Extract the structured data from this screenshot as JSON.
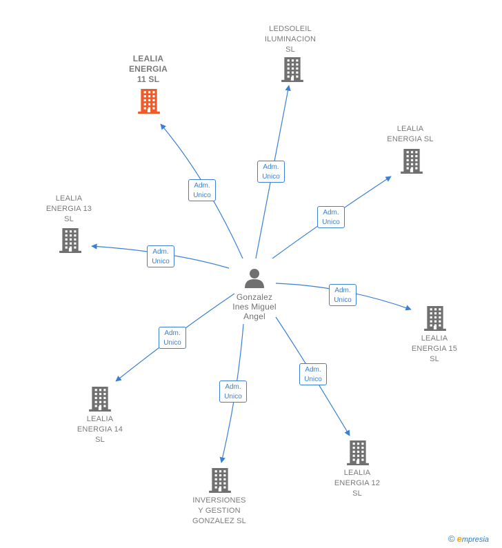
{
  "colors": {
    "edge": "#3a7fd5",
    "building": "#707070",
    "building_focus": "#f05a28",
    "person": "#707070"
  },
  "person": {
    "icon": "person-icon",
    "label": "Gonzalez\nInes Miguel\nAngel"
  },
  "companies": [
    {
      "id": "lealia-11",
      "label": "LEALIA\nENERGIA\n11  SL",
      "focus": true,
      "icon": "building-icon"
    },
    {
      "id": "ledsoleil",
      "label": "LEDSOLEIL\nILUMINACION\nSL",
      "icon": "building-icon"
    },
    {
      "id": "lealia-sl",
      "label": "LEALIA\nENERGIA  SL",
      "icon": "building-icon"
    },
    {
      "id": "lealia-13",
      "label": "LEALIA\nENERGIA 13\nSL",
      "icon": "building-icon"
    },
    {
      "id": "lealia-15",
      "label": "LEALIA\nENERGIA 15\nSL",
      "icon": "building-icon"
    },
    {
      "id": "lealia-14",
      "label": "LEALIA\nENERGIA 14\nSL",
      "icon": "building-icon"
    },
    {
      "id": "inversiones",
      "label": "INVERSIONES\nY GESTION\nGONZALEZ  SL",
      "icon": "building-icon"
    },
    {
      "id": "lealia-12",
      "label": "LEALIA\nENERGIA 12\nSL",
      "icon": "building-icon"
    }
  ],
  "edges": [
    {
      "to": "lealia-11",
      "label": "Adm.\nUnico"
    },
    {
      "to": "ledsoleil",
      "label": "Adm.\nUnico"
    },
    {
      "to": "lealia-sl",
      "label": "Adm.\nUnico"
    },
    {
      "to": "lealia-13",
      "label": "Adm.\nUnico"
    },
    {
      "to": "lealia-15",
      "label": "Adm.\nUnico"
    },
    {
      "to": "lealia-14",
      "label": "Adm.\nUnico"
    },
    {
      "to": "inversiones",
      "label": "Adm.\nUnico"
    },
    {
      "to": "lealia-12",
      "label": "Adm.\nUnico"
    }
  ],
  "footer": {
    "copyright_symbol": "©",
    "brand_initial": "e",
    "brand_rest": "mpresia"
  }
}
